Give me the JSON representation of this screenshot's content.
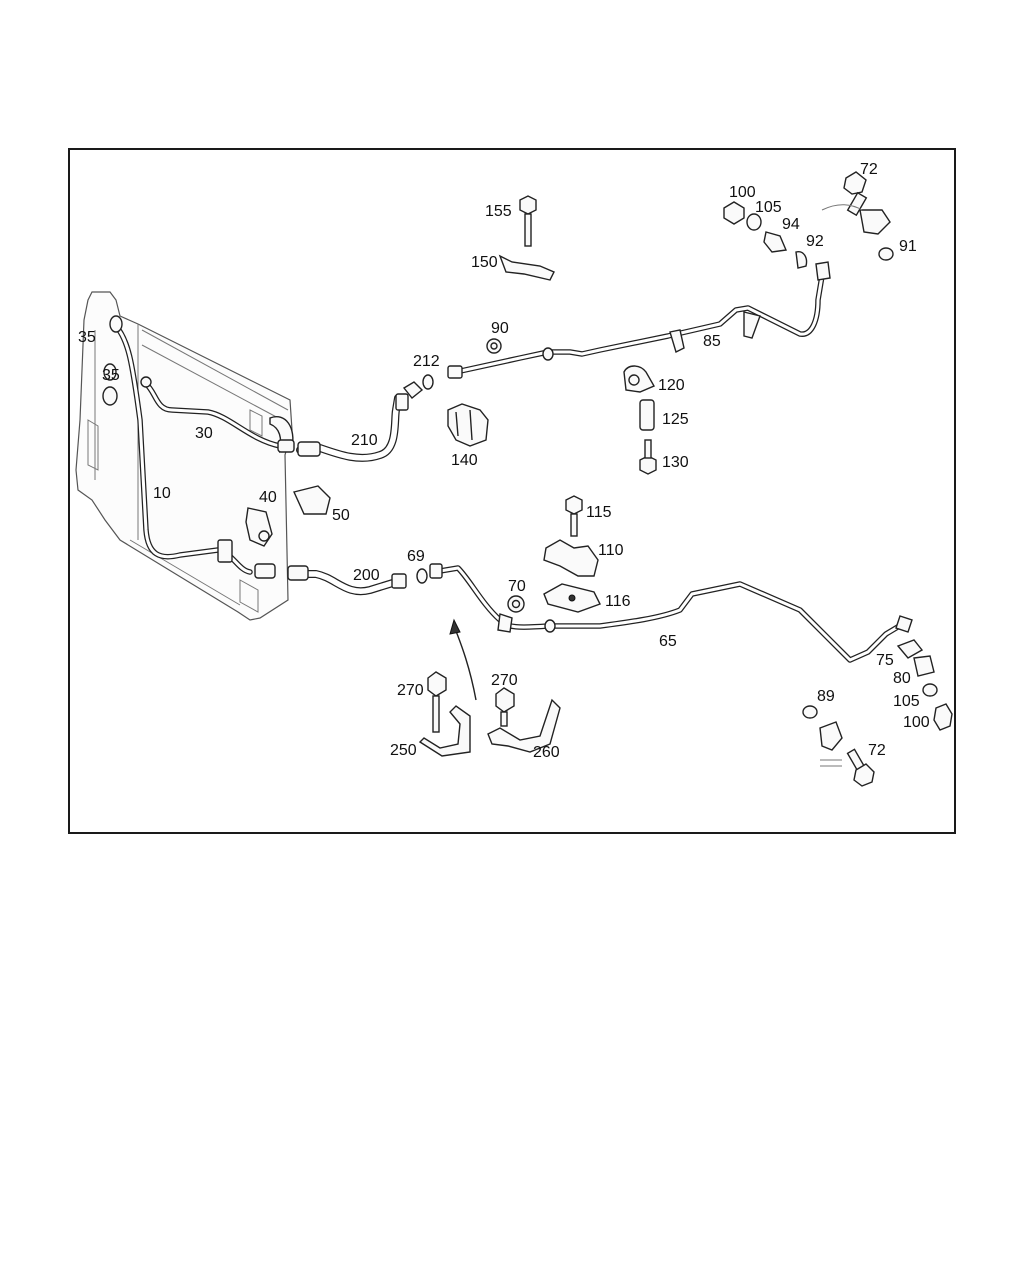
{
  "diagram": {
    "callouts": [
      {
        "id": "c-155",
        "text": "155"
      },
      {
        "id": "c-150",
        "text": "150"
      },
      {
        "id": "c-72a",
        "text": "72"
      },
      {
        "id": "c-100a",
        "text": "100"
      },
      {
        "id": "c-105a",
        "text": "105"
      },
      {
        "id": "c-94",
        "text": "94"
      },
      {
        "id": "c-92",
        "text": "92"
      },
      {
        "id": "c-91",
        "text": "91"
      },
      {
        "id": "c-35a",
        "text": "35"
      },
      {
        "id": "c-35b",
        "text": "35"
      },
      {
        "id": "c-90",
        "text": "90"
      },
      {
        "id": "c-85",
        "text": "85"
      },
      {
        "id": "c-212",
        "text": "212"
      },
      {
        "id": "c-120",
        "text": "120"
      },
      {
        "id": "c-125",
        "text": "125"
      },
      {
        "id": "c-130",
        "text": "130"
      },
      {
        "id": "c-30",
        "text": "30"
      },
      {
        "id": "c-210",
        "text": "210"
      },
      {
        "id": "c-140",
        "text": "140"
      },
      {
        "id": "c-10",
        "text": "10"
      },
      {
        "id": "c-40",
        "text": "40"
      },
      {
        "id": "c-50",
        "text": "50"
      },
      {
        "id": "c-115",
        "text": "115"
      },
      {
        "id": "c-110",
        "text": "110"
      },
      {
        "id": "c-69",
        "text": "69"
      },
      {
        "id": "c-200",
        "text": "200"
      },
      {
        "id": "c-70",
        "text": "70"
      },
      {
        "id": "c-116",
        "text": "116"
      },
      {
        "id": "c-65",
        "text": "65"
      },
      {
        "id": "c-75",
        "text": "75"
      },
      {
        "id": "c-80",
        "text": "80"
      },
      {
        "id": "c-105b",
        "text": "105"
      },
      {
        "id": "c-100b",
        "text": "100"
      },
      {
        "id": "c-89",
        "text": "89"
      },
      {
        "id": "c-72b",
        "text": "72"
      },
      {
        "id": "c-270a",
        "text": "270"
      },
      {
        "id": "c-270b",
        "text": "270"
      },
      {
        "id": "c-250",
        "text": "250"
      },
      {
        "id": "c-260",
        "text": "260"
      }
    ]
  }
}
